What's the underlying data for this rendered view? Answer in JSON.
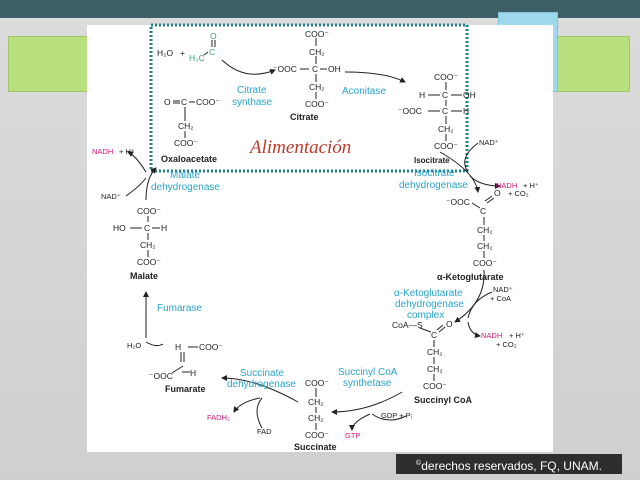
{
  "overlay": {
    "title": "Alimentación",
    "copyright_symbol": "©",
    "copyright_text": "derechos reservados, FQ, UNAM."
  },
  "colors": {
    "enzyme_blue": "#2aa3cc",
    "magenta": "#d4177a",
    "acetyl_green": "#3aa26e",
    "title_red": "#c0392b",
    "dotted_box": "#1e7f86"
  },
  "labels": {
    "citrate": {
      "coo_top": "COO⁻",
      "ch2_1": "CH₂",
      "ooc": "⁻OOC",
      "c": "C",
      "oh": "OH",
      "ch2_2": "CH₂",
      "coo_bottom": "COO⁻",
      "name": "Citrate"
    },
    "isocitrate": {
      "coo_top": "COO⁻",
      "h": "H",
      "c1": "C",
      "oh": "OH",
      "ooc": "⁻OOC",
      "c2": "C",
      "h2": "H",
      "ch2": "CH₂",
      "coo_bottom": "COO⁻",
      "name": "Isocitrate"
    },
    "acetyl": {
      "h2o": "H₂O",
      "plus": "+",
      "o": "O",
      "c": "C",
      "h3c": "H₃C"
    },
    "oxaloacetate": {
      "o": "O",
      "c": "C",
      "coo": "COO⁻",
      "ch2": "CH₂",
      "coo_bottom": "COO⁻",
      "name": "Oxaloacetate"
    },
    "ketoglutarate": {
      "ooc": "⁻OOC",
      "o": "O",
      "c": "C",
      "ch2_1": "CH₂",
      "ch2_2": "CH₂",
      "coo": "COO⁻",
      "name": "α-Ketoglutarate"
    },
    "succinyl_coa": {
      "coa_s": "CoA—S",
      "c": "C",
      "o": "O",
      "ch2_1": "CH₂",
      "ch2_2": "CH₂",
      "coo": "COO⁻",
      "name": "Succinyl CoA"
    },
    "succinate": {
      "coo_top": "COO⁻",
      "ch2_1": "CH₂",
      "ch2_2": "CH₂",
      "coo_bottom": "COO⁻",
      "name": "Succinate"
    },
    "fumarate": {
      "h": "H",
      "coo": "COO⁻",
      "ooc": "⁻OOC",
      "h2": "H",
      "name": "Fumarate"
    },
    "malate": {
      "coo_top": "COO⁻",
      "ho": "HO",
      "c": "C",
      "h": "H",
      "ch2": "CH₂",
      "coo_bottom": "COO⁻",
      "name": "Malate"
    }
  },
  "enzymes": {
    "citrate_synthase": [
      "Citrate",
      "synthase"
    ],
    "aconitase": [
      "Aconitase"
    ],
    "isocitrate_dh": [
      "Isocitrate",
      "dehydrogenase"
    ],
    "akg_dh": [
      "α-Ketoglutarate",
      "dehydrogenase",
      "complex"
    ],
    "succinyl_coa_synthetase": [
      "Succinyl CoA",
      "synthetase"
    ],
    "succinate_dh": [
      "Succinate",
      "dehydrogenase"
    ],
    "fumarase": [
      "Fumarase"
    ],
    "malate_dh": [
      "Malate",
      "dehydrogenase"
    ]
  },
  "cofactors": {
    "nad_isocitrate": "NAD⁺",
    "nadh_isocitrate": "NADH",
    "plus_h_isocitrate": "+ H⁺",
    "co2_isocitrate": "+ CO₂",
    "nad_akg": "NAD⁺",
    "coa_akg": "+ CoA",
    "nadh_akg": "NADH",
    "plus_h_akg": "+ H⁺",
    "co2_akg": "+ CO₂",
    "gdp_pi": "GDP + Pᵢ",
    "gtp": "GTP",
    "fadh2": "FADH₂",
    "fad": "FAD",
    "h2o_fumarase": "H₂O",
    "nad_malate": "NAD⁺",
    "nadh_malate": "NADH",
    "plus_h_malate": "+ H⁺"
  }
}
